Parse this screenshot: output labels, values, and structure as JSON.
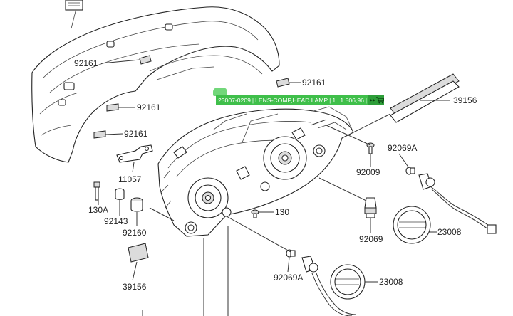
{
  "diagram": {
    "labels": [
      {
        "id": "lbl-92161-a",
        "text": "92161"
      },
      {
        "id": "lbl-92161-b",
        "text": "92161"
      },
      {
        "id": "lbl-92161-c",
        "text": "92161"
      },
      {
        "id": "lbl-92161-d",
        "text": "92161"
      },
      {
        "id": "lbl-39156-a",
        "text": "39156"
      },
      {
        "id": "lbl-92069a-a",
        "text": "92069A"
      },
      {
        "id": "lbl-11057",
        "text": "11057"
      },
      {
        "id": "lbl-92009",
        "text": "92009"
      },
      {
        "id": "lbl-130a",
        "text": "130A"
      },
      {
        "id": "lbl-92143",
        "text": "92143"
      },
      {
        "id": "lbl-92160",
        "text": "92160"
      },
      {
        "id": "lbl-130",
        "text": "130"
      },
      {
        "id": "lbl-92069",
        "text": "92069"
      },
      {
        "id": "lbl-23008-a",
        "text": "23008"
      },
      {
        "id": "lbl-39156-b",
        "text": "39156"
      },
      {
        "id": "lbl-92069a-b",
        "text": "92069A"
      },
      {
        "id": "lbl-23008-b",
        "text": "23008"
      }
    ]
  },
  "highlight": {
    "part_number": "23007-0209",
    "description": "LENS-COMP,HEAD LAMP",
    "quantity": "1",
    "price": "1 506,96",
    "arrows": "▸▸",
    "cart_icon": "cart-icon",
    "color": "#3fbf4a"
  }
}
